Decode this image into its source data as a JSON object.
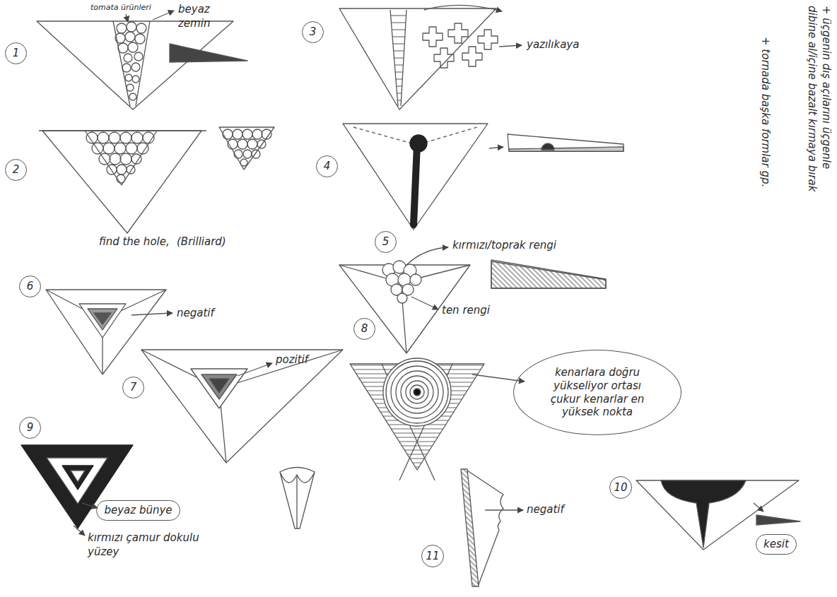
{
  "diagram": {
    "nodes": [
      {
        "text": [
          "1"
        ]
      },
      {
        "text": [
          "3"
        ]
      },
      {
        "text": [
          "2"
        ]
      },
      {
        "text": [
          "4"
        ]
      },
      {
        "text": [
          "6"
        ]
      },
      {
        "text": [
          "5"
        ]
      },
      {
        "text": [
          "8"
        ]
      },
      {
        "text": [
          "7"
        ]
      },
      {
        "text": [
          "9"
        ]
      },
      {
        "text": [
          "11"
        ]
      },
      {
        "text": [
          "10"
        ]
      },
      {
        "text": [
          "kenarlara doğru yükseliyor ortası çukur kenarlar en yüksek nokta"
        ]
      },
      {
        "text": [
          "beyaz bünye"
        ]
      },
      {
        "text": [
          "kesit"
        ]
      }
    ],
    "labels": [
      "tomata ürünleri",
      "beyaz zemin",
      "yazılıkaya",
      "find the hole,",
      "(Brilliard)",
      "kırmızı/toprak rengi",
      "ten rengi",
      "negatif",
      "pozitif",
      "kırmızı çamur dokulu yüzey",
      "negatif",
      "+ üçgenin dış açılarını üçgenle dibine al/içine bazalt kırmaya bırak",
      "+ tornada başka formlar gp."
    ]
  }
}
